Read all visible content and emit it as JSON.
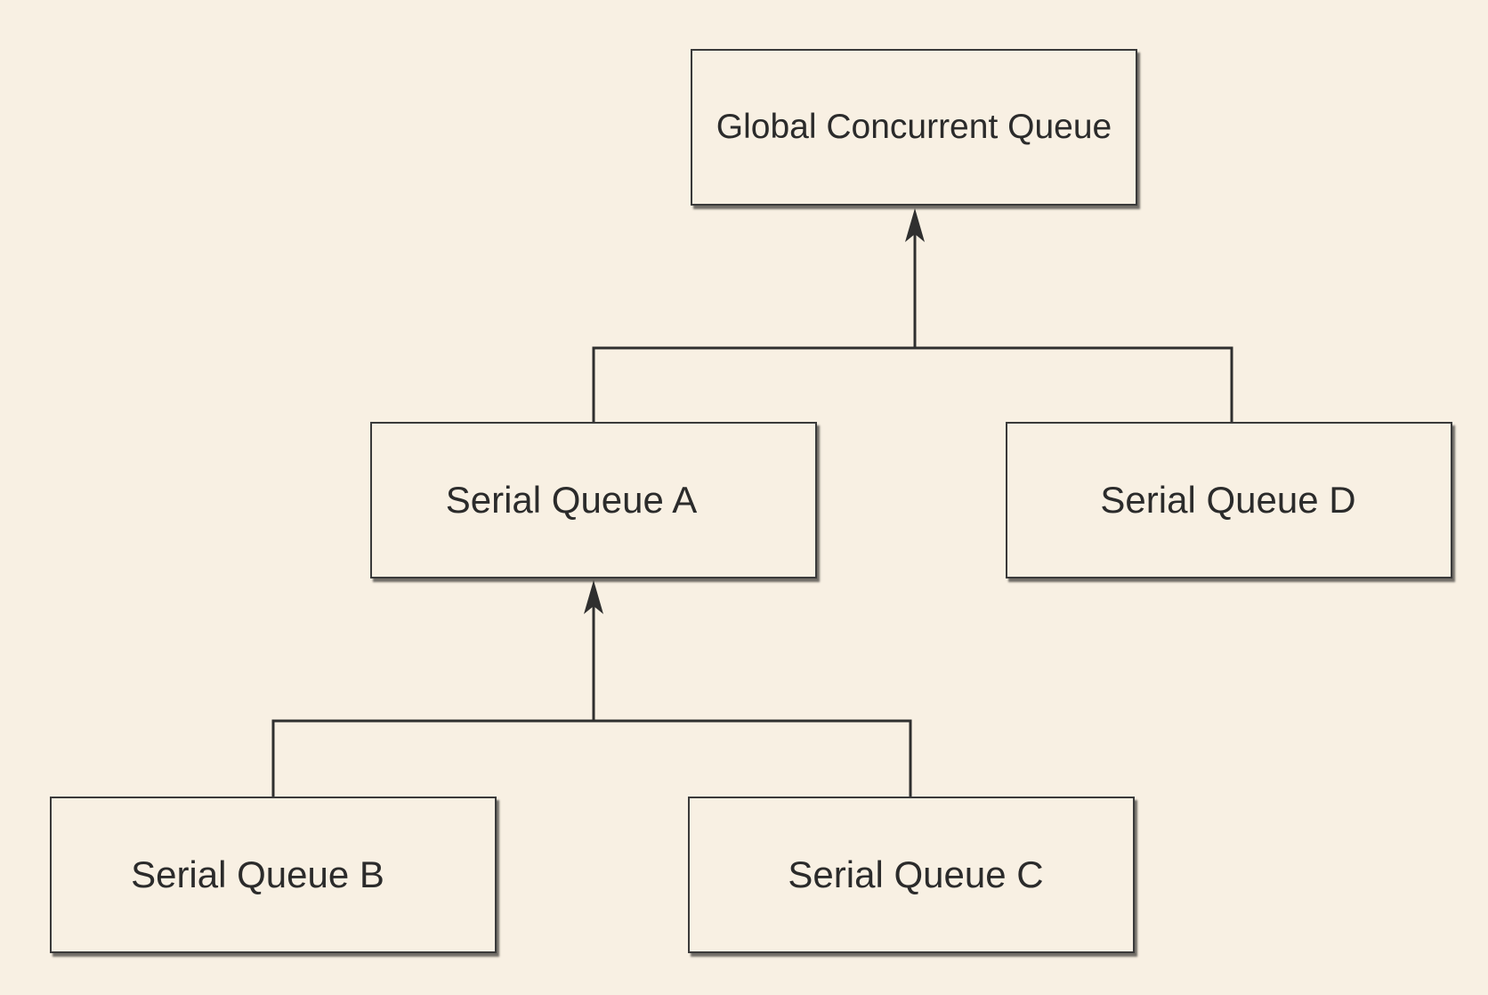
{
  "diagram": {
    "nodes": {
      "global": {
        "label": "Global Concurrent Queue"
      },
      "a": {
        "label": "Serial Queue A"
      },
      "b": {
        "label": "Serial Queue B"
      },
      "c": {
        "label": "Serial Queue C"
      },
      "d": {
        "label": "Serial Queue D"
      }
    },
    "edges": [
      {
        "from": "a",
        "to": "global"
      },
      {
        "from": "d",
        "to": "global"
      },
      {
        "from": "b",
        "to": "a"
      },
      {
        "from": "c",
        "to": "a"
      }
    ],
    "colors": {
      "background": "#f8f0e3",
      "stroke": "#3a3a3a",
      "text": "#2b2b2b"
    }
  }
}
